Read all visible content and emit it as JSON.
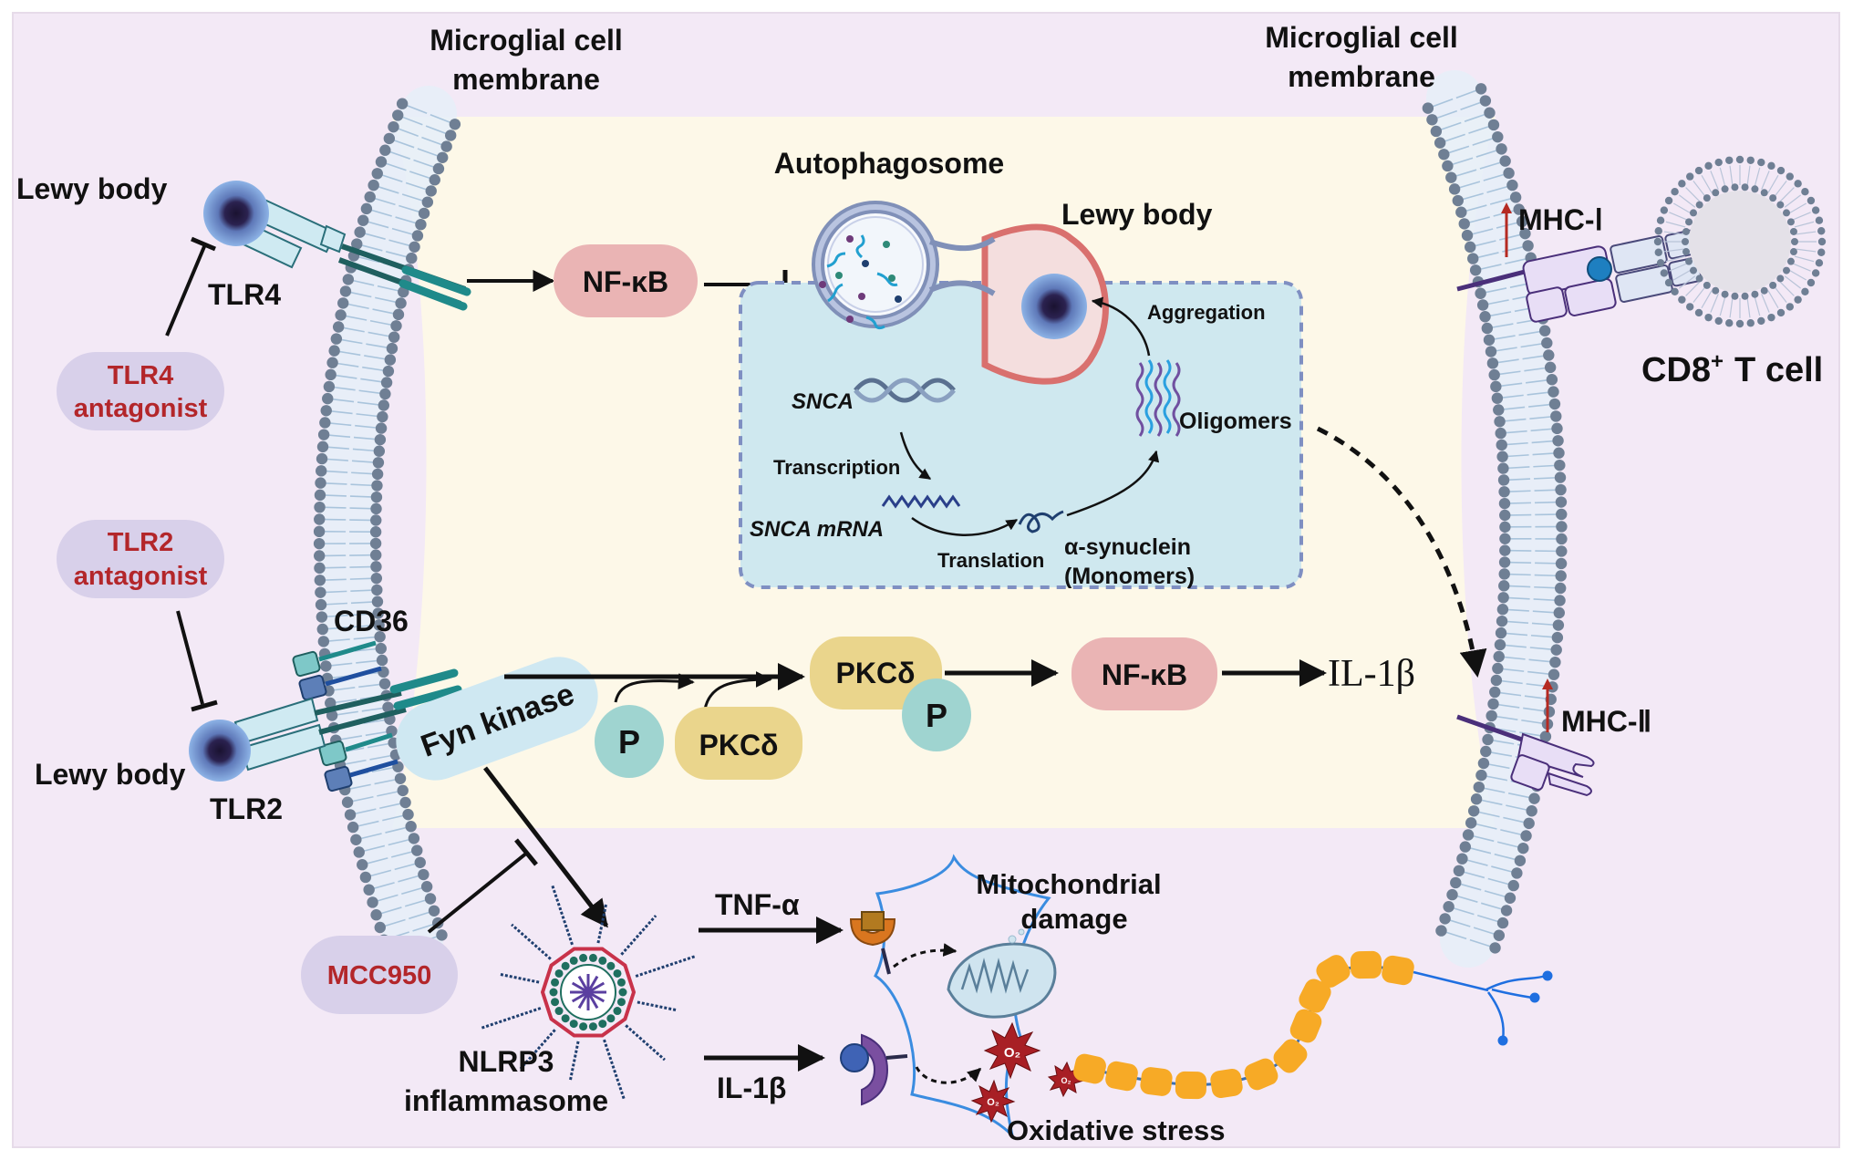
{
  "colors": {
    "outer_bg": "#f3e9f6",
    "cytoplasm": "#fdf8e8",
    "inner_box": "#cfe8ef",
    "inner_box_border": "#7f8fc2",
    "membrane_head": "#6f7f94",
    "membrane_tail": "#a9c4dc",
    "nfkb": "#eab4b4",
    "pkc": "#ead58c",
    "phospho": "#9fd4d0",
    "fyn": "#cfe8f2",
    "drug_pill": "#d8d0ea",
    "drug_text": "#b3262a",
    "receptor": "#cfeaf2",
    "receptor_stalk": "#1f7d7d",
    "lewy_body": "#7ea6dc",
    "lewy_core": "#221a3a",
    "up_arrow": "#b52a22",
    "neuron_axon": "#f7aa26",
    "neuron_dendrite": "#1f6fe0",
    "ros": "#a81f25"
  },
  "labels": {
    "membrane_left": [
      "Microglial cell",
      "membrane"
    ],
    "membrane_right": [
      "Microglial cell",
      "membrane"
    ],
    "lewy_body_top_left": "Lewy body",
    "tlr4": "TLR4",
    "tlr4_antagonist": [
      "TLR4",
      "antagonist"
    ],
    "tlr2_antagonist": [
      "TLR2",
      "antagonist"
    ],
    "cd36": "CD36",
    "lewy_body_bottom_left": "Lewy body",
    "tlr2": "TLR2",
    "nfkb_top": "NF-κB",
    "autophagosome": "Autophagosome",
    "lewy_body_inner": "Lewy body",
    "aggregation": "Aggregation",
    "snca": "SNCA",
    "transcription": "Transcription",
    "oligomers": "Oligomers",
    "snca_mrna": "SNCA mRNA",
    "translation": "Translation",
    "alpha_synuclein": [
      "α-synuclein",
      "(Monomers)"
    ],
    "fyn_kinase": "Fyn kinase",
    "p": "P",
    "pkc_delta": "PKCδ",
    "nfkb_mid": "NF-κB",
    "il1b_mid": "IL-1β",
    "mhc1": "MHC-Ⅰ",
    "mhc2": "MHC-Ⅱ",
    "cd8": "CD8",
    "cd8_sup": "+",
    "t_cell": "T cell",
    "mcc950": "MCC950",
    "nlrp3": [
      "NLRP3",
      "inflammasome"
    ],
    "tnfa": "TNF-α",
    "il1b_bottom": "IL-1β",
    "mito_damage": [
      "Mitochondrial",
      "damage"
    ],
    "oxidative_stress": "Oxidative stress",
    "o2": "O₂"
  }
}
